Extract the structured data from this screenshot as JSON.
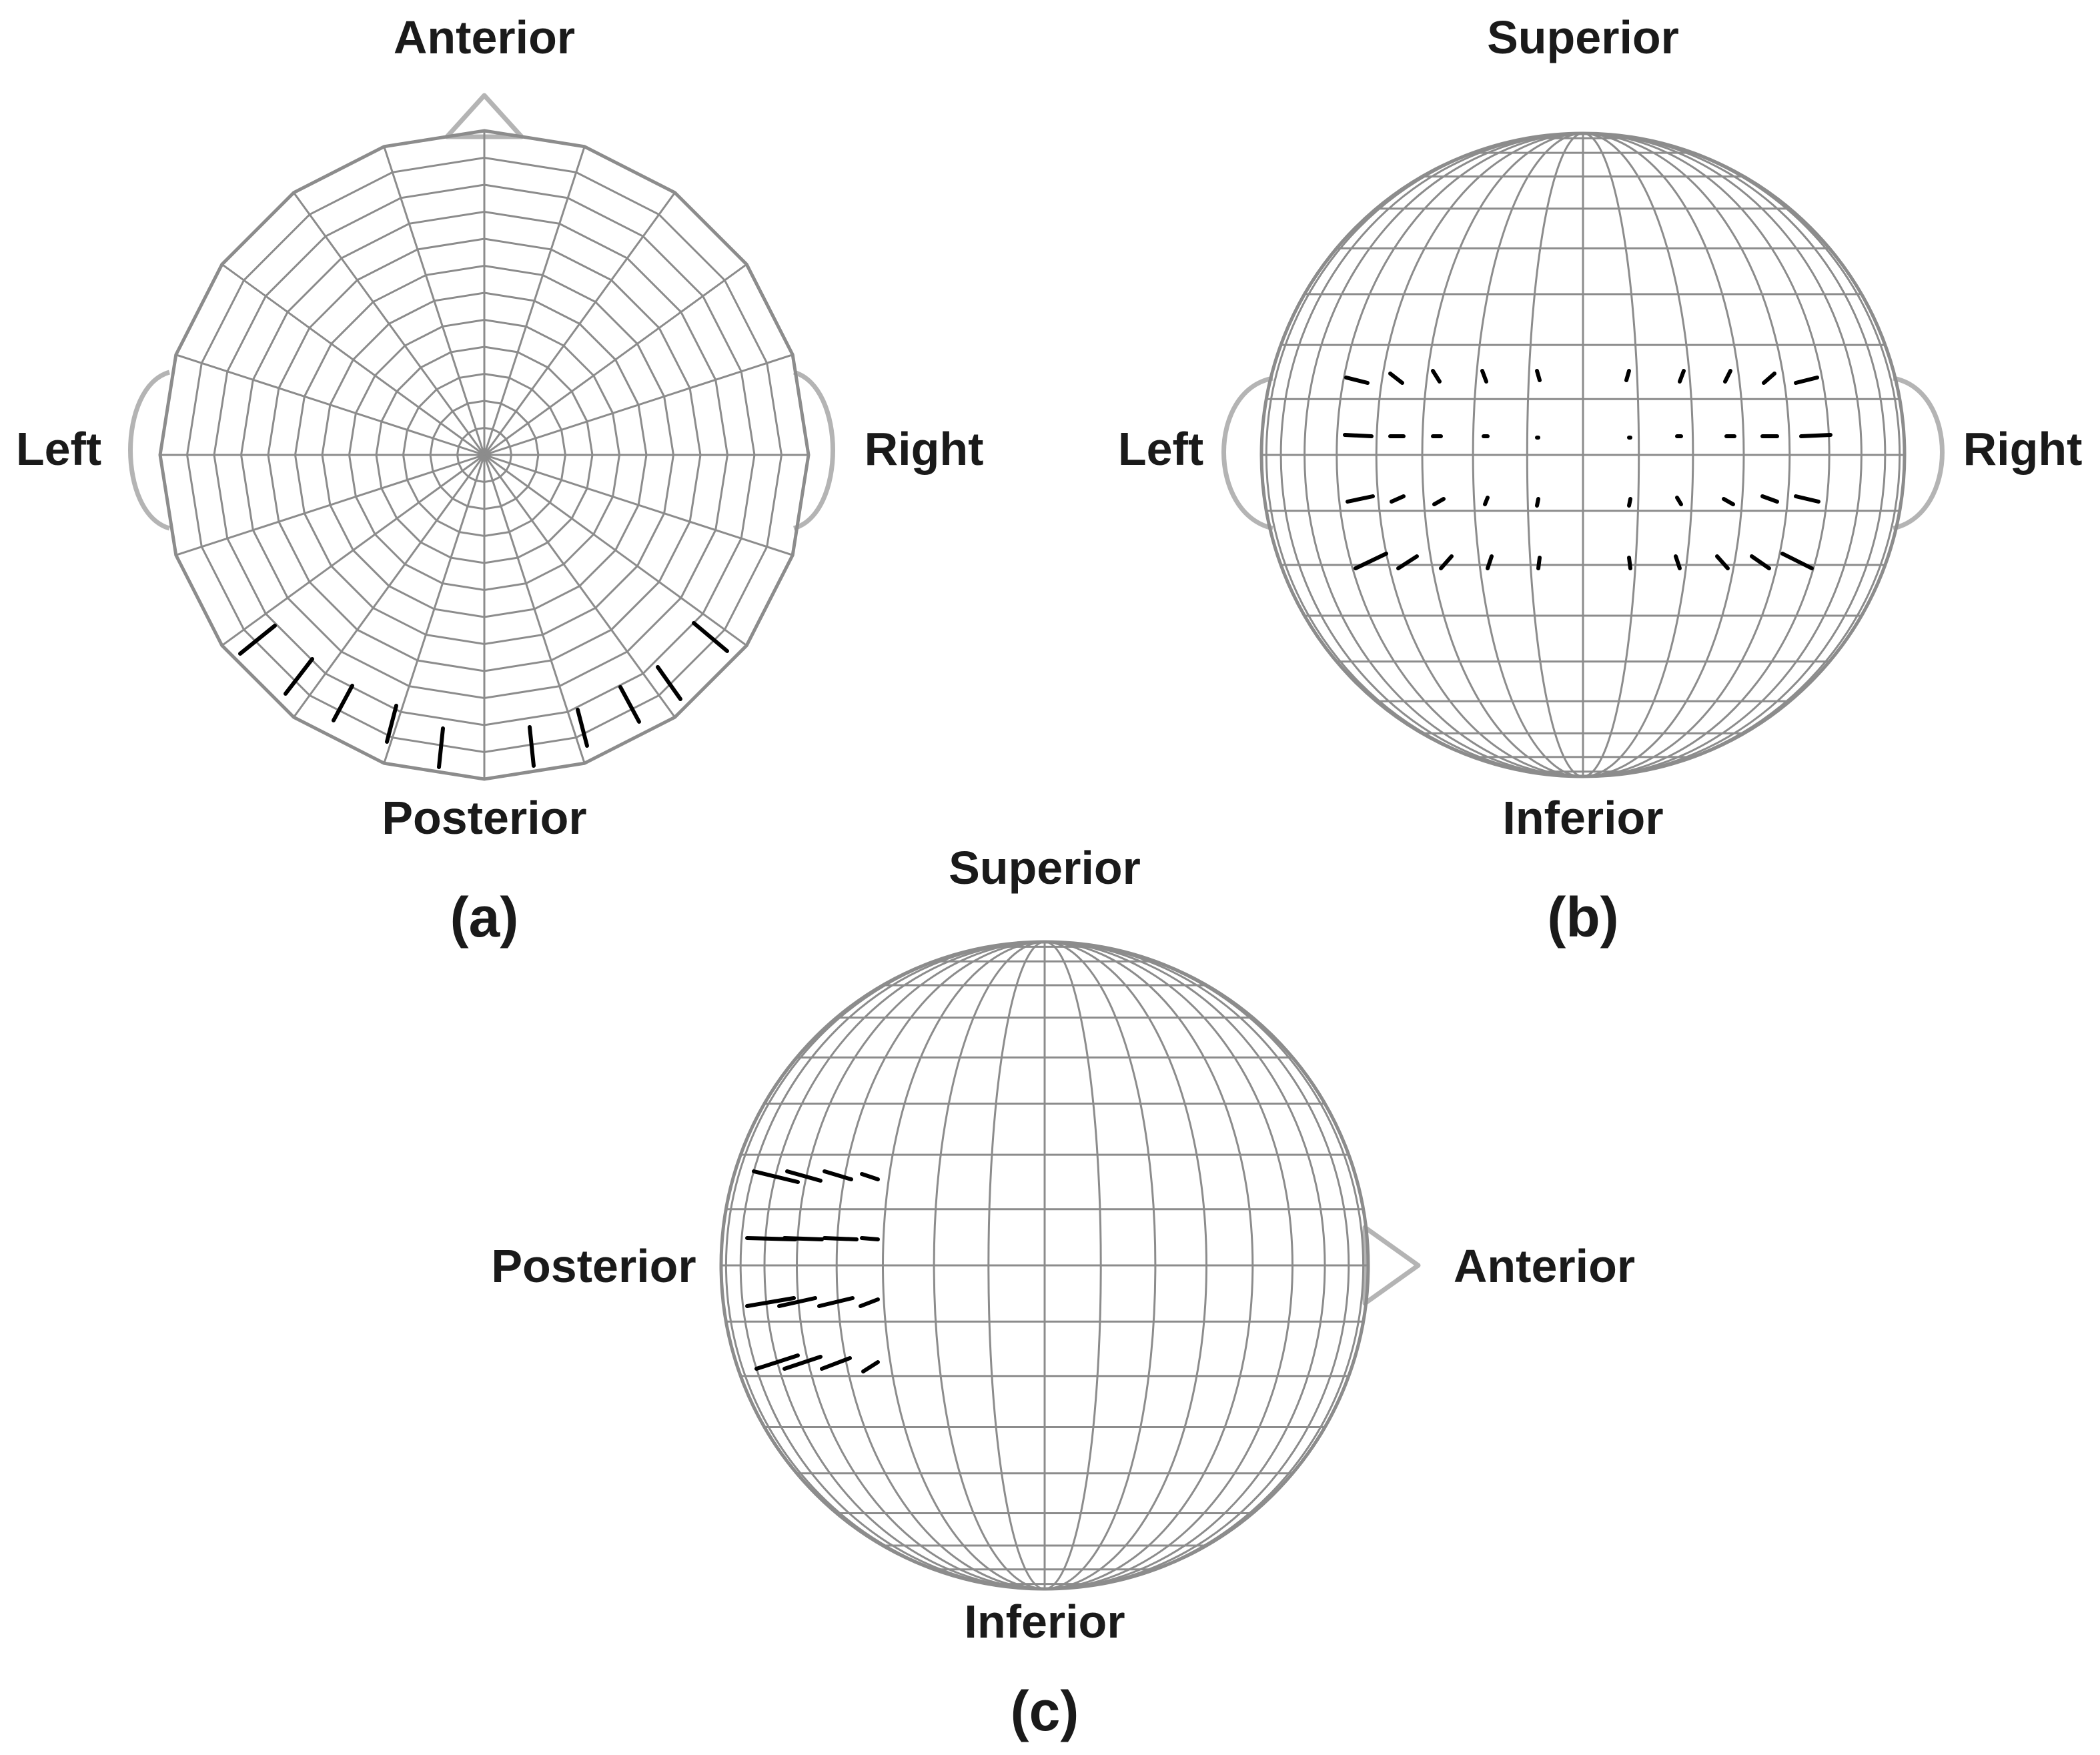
{
  "panels": {
    "a": {
      "caption": "(a)",
      "labels": {
        "top": "Anterior",
        "bottom": "Posterior",
        "left": "Left",
        "right": "Right"
      }
    },
    "b": {
      "caption": "(b)",
      "labels": {
        "top": "Superior",
        "bottom": "Inferior",
        "left": "Left",
        "right": "Right"
      }
    },
    "c": {
      "caption": "(c)",
      "labels": {
        "top": "Superior",
        "bottom": "Inferior",
        "left": "Posterior",
        "right": "Anterior"
      }
    }
  },
  "colors": {
    "grid": "#8c8c8c",
    "ear_nose": "#b4b4b4",
    "vectors": "#000000",
    "text": "#1a1a1a"
  }
}
